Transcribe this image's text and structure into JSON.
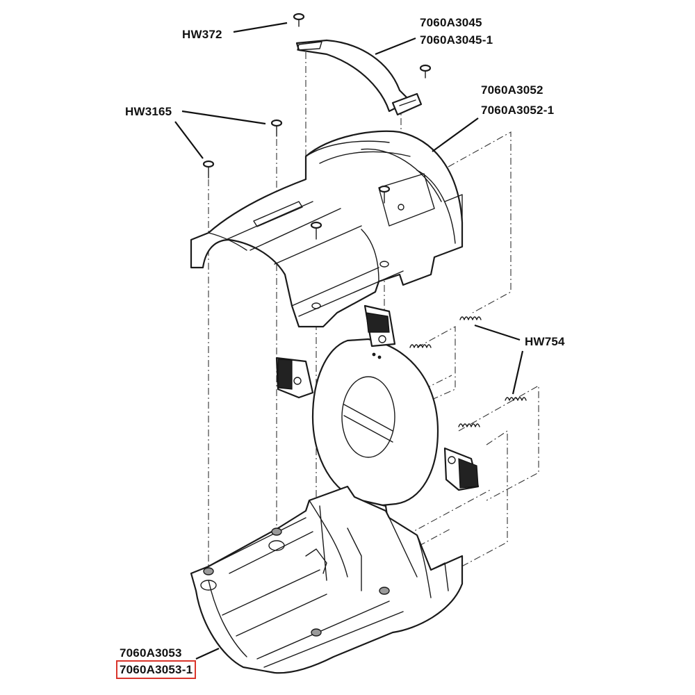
{
  "diagram": {
    "callouts": {
      "hw372": "HW372",
      "strap_a": "7060A3045",
      "strap_b": "7060A3045-1",
      "top_shell_a": "7060A3052",
      "top_shell_b": "7060A3052-1",
      "hw3165": "HW3165",
      "hw754": "HW754",
      "bottom_shell_a": "7060A3053",
      "bottom_shell_b": "7060A3053-1"
    },
    "highlighted_callout": "7060A3053-1",
    "colors": {
      "line": "#1a1a1a",
      "highlight": "#d9342b",
      "shade": "#9a9a9a"
    }
  }
}
